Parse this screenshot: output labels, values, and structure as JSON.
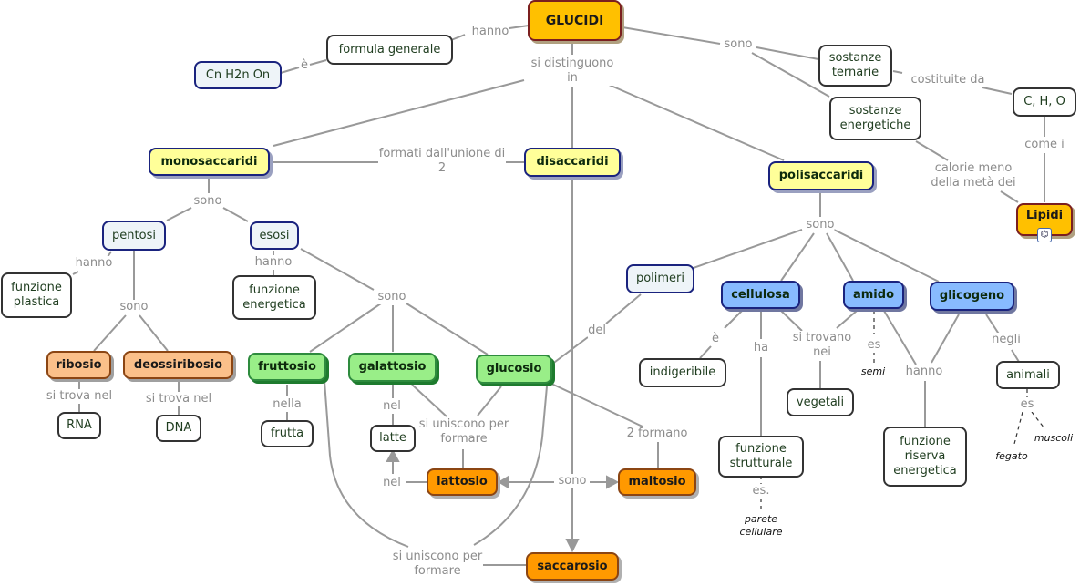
{
  "nodes": {
    "glucidi": "GLUCIDI",
    "formula_generale": "formula generale",
    "cn_h2n_on": "Cn H2n On",
    "sostanze_ternarie": "sostanze ternarie",
    "sostanze_energetiche": "sostanze energetiche",
    "c_h_o": "C, H, O",
    "lipidi": "Lipidi",
    "monosaccaridi": "monosaccaridi",
    "disaccaridi": "disaccaridi",
    "polisaccaridi": "polisaccaridi",
    "pentosi": "pentosi",
    "esosi": "esosi",
    "funzione_plastica": "funzione plastica",
    "funzione_energetica": "funzione energetica",
    "ribosio": "ribosio",
    "deossiribosio": "deossiribosio",
    "rna": "RNA",
    "dna": "DNA",
    "fruttosio": "fruttosio",
    "galattosio": "galattosio",
    "glucosio": "glucosio",
    "frutta": "frutta",
    "latte": "latte",
    "lattosio": "lattosio",
    "maltosio": "maltosio",
    "saccarosio": "saccarosio",
    "polimeri": "polimeri",
    "cellulosa": "cellulosa",
    "amido": "amido",
    "glicogeno": "glicogeno",
    "indigeribile": "indigeribile",
    "vegetali": "vegetali",
    "animali": "animali",
    "funzione_strutturale": "funzione strutturale",
    "funzione_riserva_energetica": "funzione riserva energetica"
  },
  "examples": {
    "semi": "semi",
    "parete_cellulare": "parete cellulare",
    "fegato": "fegato",
    "muscoli": "muscoli"
  },
  "links": {
    "hanno_top": "hanno",
    "e_formula": "è",
    "si_distinguono_in": "si distinguono in",
    "sono_top": "sono",
    "costituite_da": "costituite da",
    "calorie_meno": "calorie meno della metà dei",
    "come_i": "come i",
    "formati_dallunione": "formati dall'unione di 2",
    "sono_mono": "sono",
    "hanno_pentosi": "hanno",
    "sono_pentosi": "sono",
    "hanno_esosi": "hanno",
    "sono_esosi": "sono",
    "si_trova_nel_1": "si trova nel",
    "si_trova_nel_2": "si trova nel",
    "nella": "nella",
    "nel_latte": "nel",
    "si_uniscono_1": "si uniscono per formare",
    "nel_lattosio": "nel",
    "sono_di": "sono",
    "due_formano": "2 formano",
    "si_uniscono_2": "si uniscono per formare",
    "del": "del",
    "sono_poli": "sono",
    "e_indigeribile": "è",
    "ha": "ha",
    "si_trovano_nei": "si trovano nei",
    "es_semi": "es",
    "hanno_riserva": "hanno",
    "negli": "negli",
    "es_animali": "es",
    "es_parete": "es."
  },
  "icons": {
    "submap": "⌬"
  }
}
